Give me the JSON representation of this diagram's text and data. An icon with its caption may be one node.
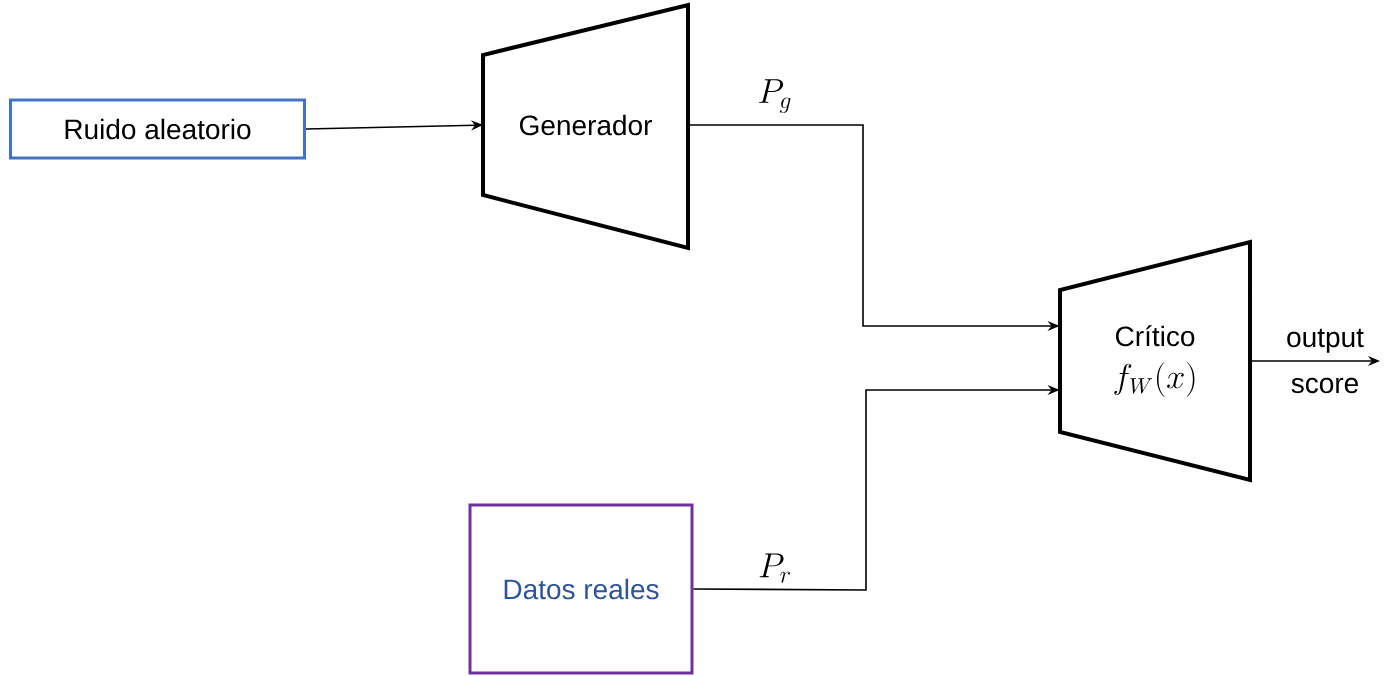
{
  "diagram": {
    "nodes": [
      {
        "text": [
          "Ruido aleatorio"
        ]
      },
      {
        "text": [
          "Generador"
        ]
      },
      {
        "text": [
          "Crítico",
          "f_W(x)"
        ]
      },
      {
        "text": [
          "Datos reales"
        ]
      }
    ],
    "edges": [
      {
        "from": 0,
        "to": 1,
        "arrow": "to"
      },
      {
        "from": 1,
        "to": 2,
        "arrow": "to",
        "label": "P_g"
      },
      {
        "from": 3,
        "to": 2,
        "arrow": "to",
        "label": "P_r"
      },
      {
        "from": 2,
        "to": null,
        "arrow": "to",
        "label": "output score"
      }
    ]
  }
}
